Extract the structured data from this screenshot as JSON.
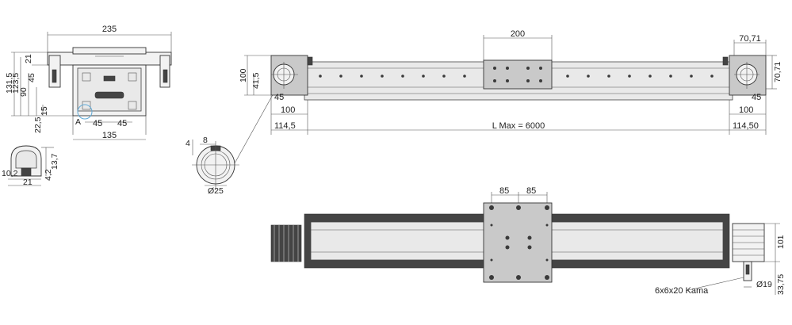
{
  "dims": {
    "front_width": "235",
    "front_base_width": "135",
    "front_h1": "131,5",
    "front_h2": "123,5",
    "front_h3": "90",
    "front_h4": "45",
    "front_h5": "22,5",
    "front_top_21": "21",
    "front_left_15": "15",
    "front_slot_45a": "45",
    "front_slot_45b": "45",
    "detail_a_label": "A",
    "detail_102": "10,2",
    "detail_21": "21",
    "detail_42": "4,2",
    "detail_137": "13,7",
    "shaft_4": "4",
    "shaft_8": "8",
    "shaft_dia": "Ø25",
    "side_200": "200",
    "side_7071_top": "70,71",
    "side_7071_right": "70,71",
    "side_100_left": "100",
    "side_415": "41,5",
    "side_45_left": "45",
    "side_45_right": "45",
    "side_100_bl": "100",
    "side_100_br": "100",
    "side_1145_left": "114,5",
    "side_1145_right": "114,50",
    "side_lmax": "L Max = 6000",
    "top_85a": "85",
    "top_85b": "85",
    "top_101": "101",
    "top_dia19": "Ø19",
    "top_3375": "33,75",
    "top_key": "6x6x20 Kama"
  }
}
